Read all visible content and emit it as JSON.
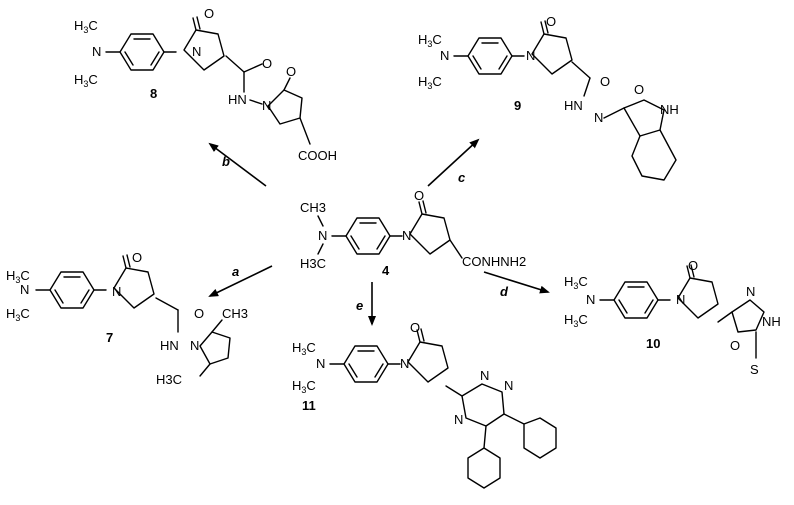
{
  "compounds": {
    "c4": {
      "number": "4",
      "nme2_label": "N",
      "nme2_me_top": "CH3",
      "nme2_me_bottom": "H3C",
      "tail": "CONHNH2",
      "ring_n": "N",
      "ring_o": "O"
    },
    "c7": {
      "number": "7",
      "nh": "HN",
      "pyrrole_n": "N",
      "methyl_top": "CH3",
      "methyl_bottom": "H3C",
      "amide_o": "O",
      "ring_o": "O"
    },
    "c8": {
      "number": "8",
      "nh": "HN",
      "acid": "COOH",
      "ring2_n": "N",
      "ring2_o": "O",
      "amide_o": "O",
      "ring_o": "O"
    },
    "c9": {
      "number": "9",
      "nh": "HN",
      "hydrazone_n": "N",
      "indole_nh": "NH",
      "indole_o": "O",
      "amide_o": "O",
      "ring_o": "O"
    },
    "c10": {
      "number": "10",
      "oxadiazole_o": "O",
      "oxadiazole_n": "N",
      "oxadiazole_nh": "NH",
      "thione_s": "S",
      "ring_o": "O"
    },
    "c11": {
      "number": "11",
      "triazine_n1": "N",
      "triazine_n2": "N",
      "triazine_n3": "N",
      "ring_o": "O"
    }
  },
  "steps": {
    "a": "a",
    "b": "b",
    "c": "c",
    "d": "d",
    "e": "e"
  }
}
